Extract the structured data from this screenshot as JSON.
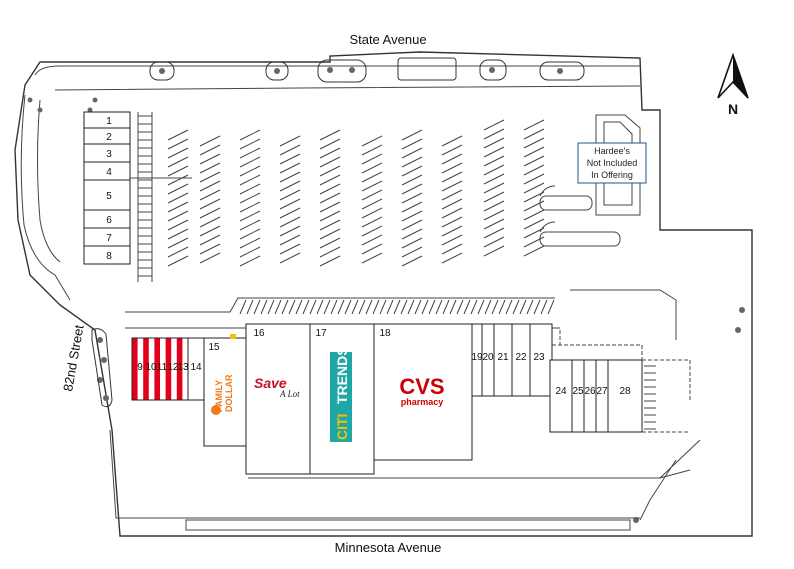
{
  "streets": {
    "north": "State Avenue",
    "south": "Minnesota Avenue",
    "west": "82nd Street"
  },
  "north_arrow": {
    "label": "N"
  },
  "hardees_note": [
    "Hardee's",
    "Not Included",
    "In Offering"
  ],
  "units_west": [
    {
      "number": "1"
    },
    {
      "number": "2"
    },
    {
      "number": "3"
    },
    {
      "number": "4"
    },
    {
      "number": "5"
    },
    {
      "number": "6"
    },
    {
      "number": "7"
    },
    {
      "number": "8"
    }
  ],
  "units_south": [
    {
      "number": "9"
    },
    {
      "number": "10"
    },
    {
      "number": "11"
    },
    {
      "number": "12"
    },
    {
      "number": "13"
    },
    {
      "number": "14"
    },
    {
      "number": "15"
    },
    {
      "number": "16"
    },
    {
      "number": "17"
    },
    {
      "number": "18"
    },
    {
      "number": "19"
    },
    {
      "number": "20"
    },
    {
      "number": "21"
    },
    {
      "number": "22"
    },
    {
      "number": "23"
    }
  ],
  "units_east": [
    {
      "number": "24"
    },
    {
      "number": "25"
    },
    {
      "number": "26"
    },
    {
      "number": "27"
    },
    {
      "number": "28"
    }
  ],
  "tenants": {
    "family_dollar": {
      "line1": "FAMILY",
      "line2": "DOLLAR",
      "color": "#f07a1a"
    },
    "save_a_lot": {
      "word": "Save",
      "script": "A Lot",
      "color": "#c8102e"
    },
    "citi_trends": {
      "part1": "CITI",
      "part2": "TRENDS",
      "bg": "#1fa6a6",
      "accent": "#f2c200"
    },
    "cvs": {
      "name": "CVS",
      "sub": "pharmacy",
      "color": "#cc0000"
    }
  },
  "colors": {
    "highlight": "#e4001b",
    "lines": "#333333"
  }
}
